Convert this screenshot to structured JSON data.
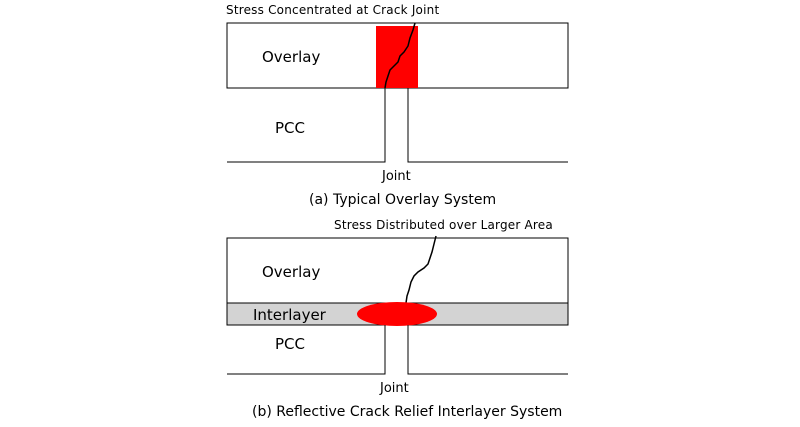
{
  "panel_a": {
    "annotation": "Stress Concentrated at Crack Joint",
    "overlay_label": "Overlay",
    "pcc_label": "PCC",
    "joint_label": "Joint",
    "caption": "(a) Typical Overlay System"
  },
  "panel_b": {
    "annotation": "Stress Distributed over Larger Area",
    "overlay_label": "Overlay",
    "interlayer_label": "Interlayer",
    "pcc_label": "PCC",
    "joint_label": "Joint",
    "caption": "(b) Reflective Crack Relief Interlayer System"
  },
  "colors": {
    "stress": "#ff0000",
    "interlayer_fill": "#d3d3d3",
    "line": "#000000"
  }
}
